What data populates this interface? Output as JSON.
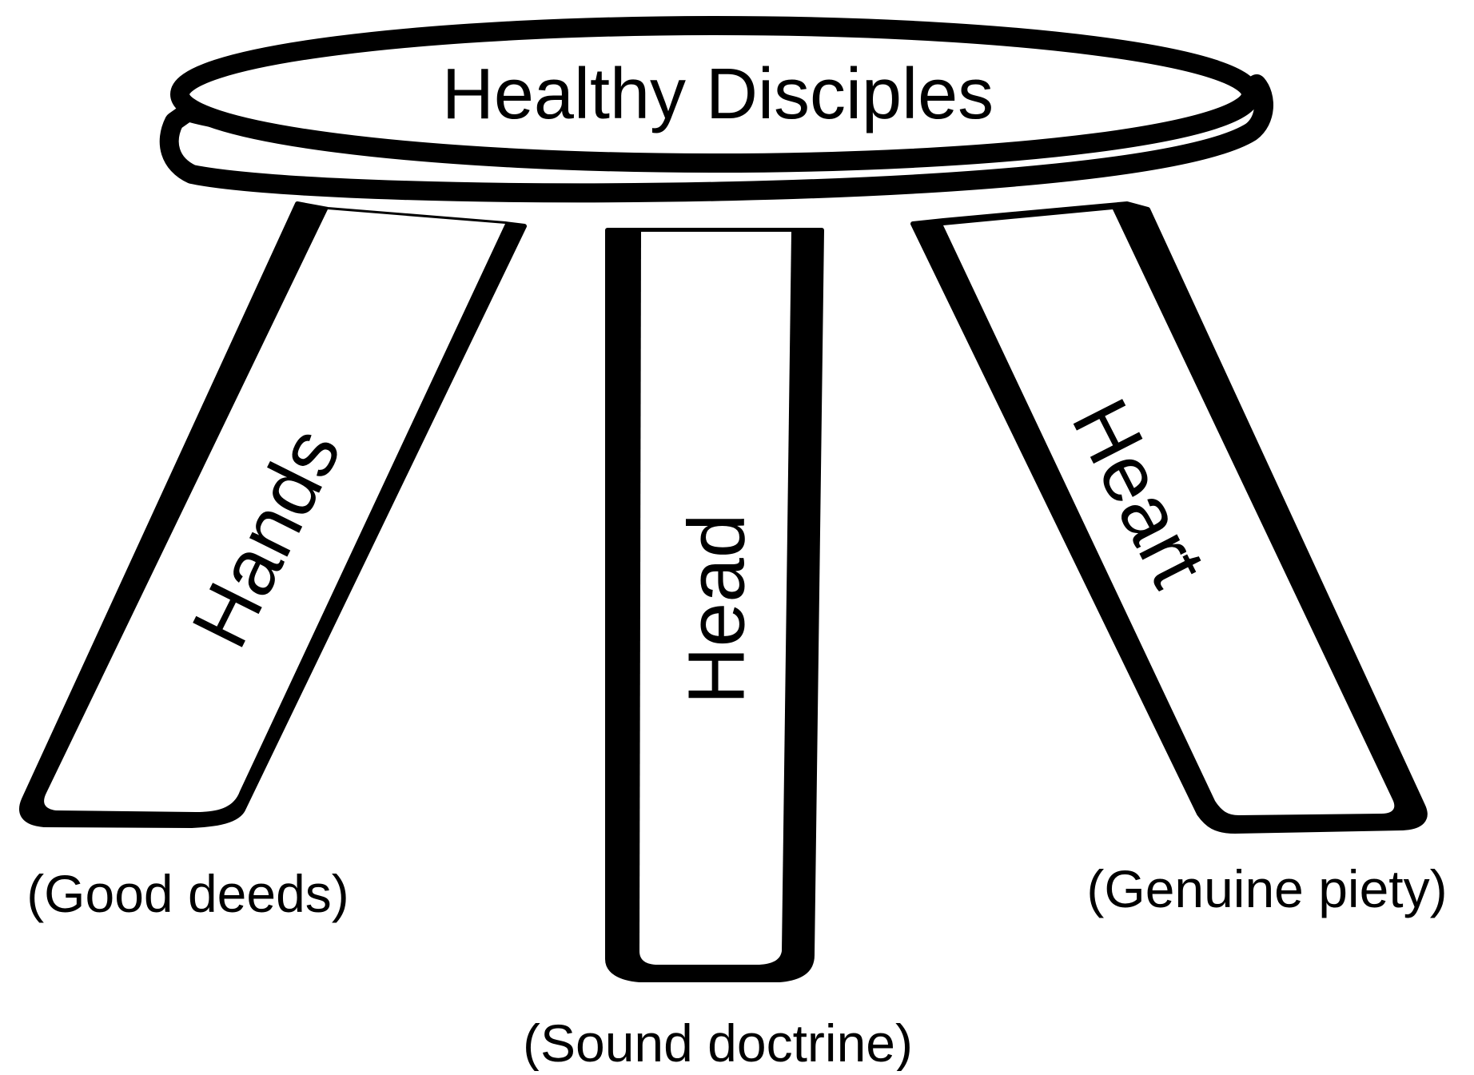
{
  "colors": {
    "stroke": "#000000",
    "fill": "#ffffff",
    "text": "#000000"
  },
  "seat": {
    "label": "Healthy Disciples"
  },
  "legs": {
    "left": {
      "label": "Hands",
      "caption": "(Good deeds)"
    },
    "center": {
      "label": "Head",
      "caption": "(Sound doctrine)"
    },
    "right": {
      "label": "Heart",
      "caption": "(Genuine piety)"
    }
  }
}
